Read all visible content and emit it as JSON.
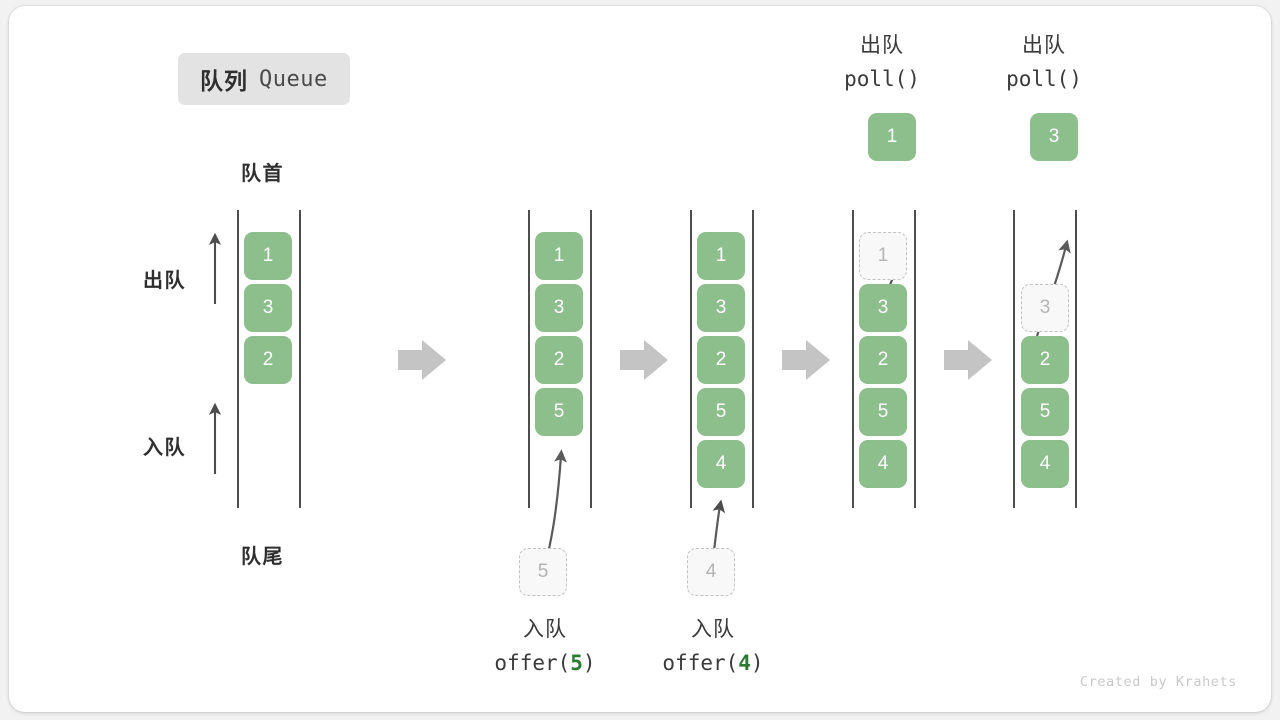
{
  "title": {
    "cn": "队列",
    "en": "Queue"
  },
  "axis_labels": {
    "head": "队首",
    "tail": "队尾",
    "dequeue": "出队",
    "enqueue": "入队"
  },
  "colors": {
    "element": "#8cbf8c",
    "element_text": "#ffffff",
    "ghost_fill": "#f8f8f8",
    "ghost_border": "#c2c2c2",
    "ghost_text": "#b4b4b4",
    "rail": "#4d4d4d",
    "arrow_block": "#c4c4c4",
    "arrow_curve": "#5a5a5a",
    "accent_code": "#2d7a33",
    "badge_bg": "#e3e3e3",
    "text": "#2f2f2f",
    "card_bg": "#ffffff",
    "page_bg": "#f2f2f2"
  },
  "watermark": "Created by Krahets",
  "steps": [
    {
      "id": "initial",
      "caption_cn": "",
      "caption_code": "",
      "cells": [
        {
          "value": "1",
          "state": "filled"
        },
        {
          "value": "3",
          "state": "filled"
        },
        {
          "value": "2",
          "state": "filled"
        }
      ]
    },
    {
      "id": "offer-5",
      "caption_cn": "入队",
      "caption_code": "offer(",
      "caption_arg": "5",
      "caption_code_end": ")",
      "incoming": "5",
      "cells": [
        {
          "value": "1",
          "state": "filled"
        },
        {
          "value": "3",
          "state": "filled"
        },
        {
          "value": "2",
          "state": "filled"
        },
        {
          "value": "5",
          "state": "filled"
        }
      ]
    },
    {
      "id": "offer-4",
      "caption_cn": "入队",
      "caption_code": "offer(",
      "caption_arg": "4",
      "caption_code_end": ")",
      "incoming": "4",
      "cells": [
        {
          "value": "1",
          "state": "filled"
        },
        {
          "value": "3",
          "state": "filled"
        },
        {
          "value": "2",
          "state": "filled"
        },
        {
          "value": "5",
          "state": "filled"
        },
        {
          "value": "4",
          "state": "filled"
        }
      ]
    },
    {
      "id": "poll-1",
      "caption_cn": "出队",
      "caption_code": "poll()",
      "popped": "1",
      "cells": [
        {
          "value": "1",
          "state": "ghost"
        },
        {
          "value": "3",
          "state": "filled"
        },
        {
          "value": "2",
          "state": "filled"
        },
        {
          "value": "5",
          "state": "filled"
        },
        {
          "value": "4",
          "state": "filled"
        }
      ]
    },
    {
      "id": "poll-3",
      "caption_cn": "出队",
      "caption_code": "poll()",
      "popped": "3",
      "cells": [
        {
          "value": "3",
          "state": "ghost"
        },
        {
          "value": "2",
          "state": "filled"
        },
        {
          "value": "5",
          "state": "filled"
        },
        {
          "value": "4",
          "state": "filled"
        }
      ]
    }
  ]
}
